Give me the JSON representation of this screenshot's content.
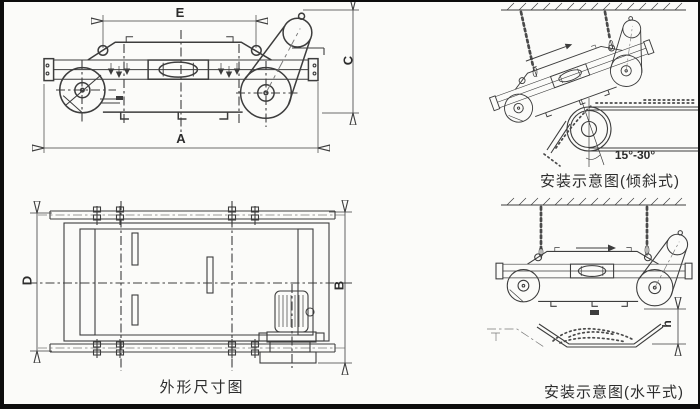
{
  "drawing": {
    "bg_color": "#fbfbf9",
    "ink_color": "#3d3d3d",
    "border_color": "#0d0d0d"
  },
  "outline_panel": {
    "caption": "外形尺寸图",
    "dims": {
      "e": "E",
      "c": "C",
      "a": "A",
      "d": "D",
      "b": "B"
    }
  },
  "inclined_panel": {
    "caption": "安装示意图(倾斜式)",
    "angle_label": "15°-30°"
  },
  "horizontal_panel": {
    "caption": "安装示意图(水平式)",
    "gap_label": "h"
  }
}
